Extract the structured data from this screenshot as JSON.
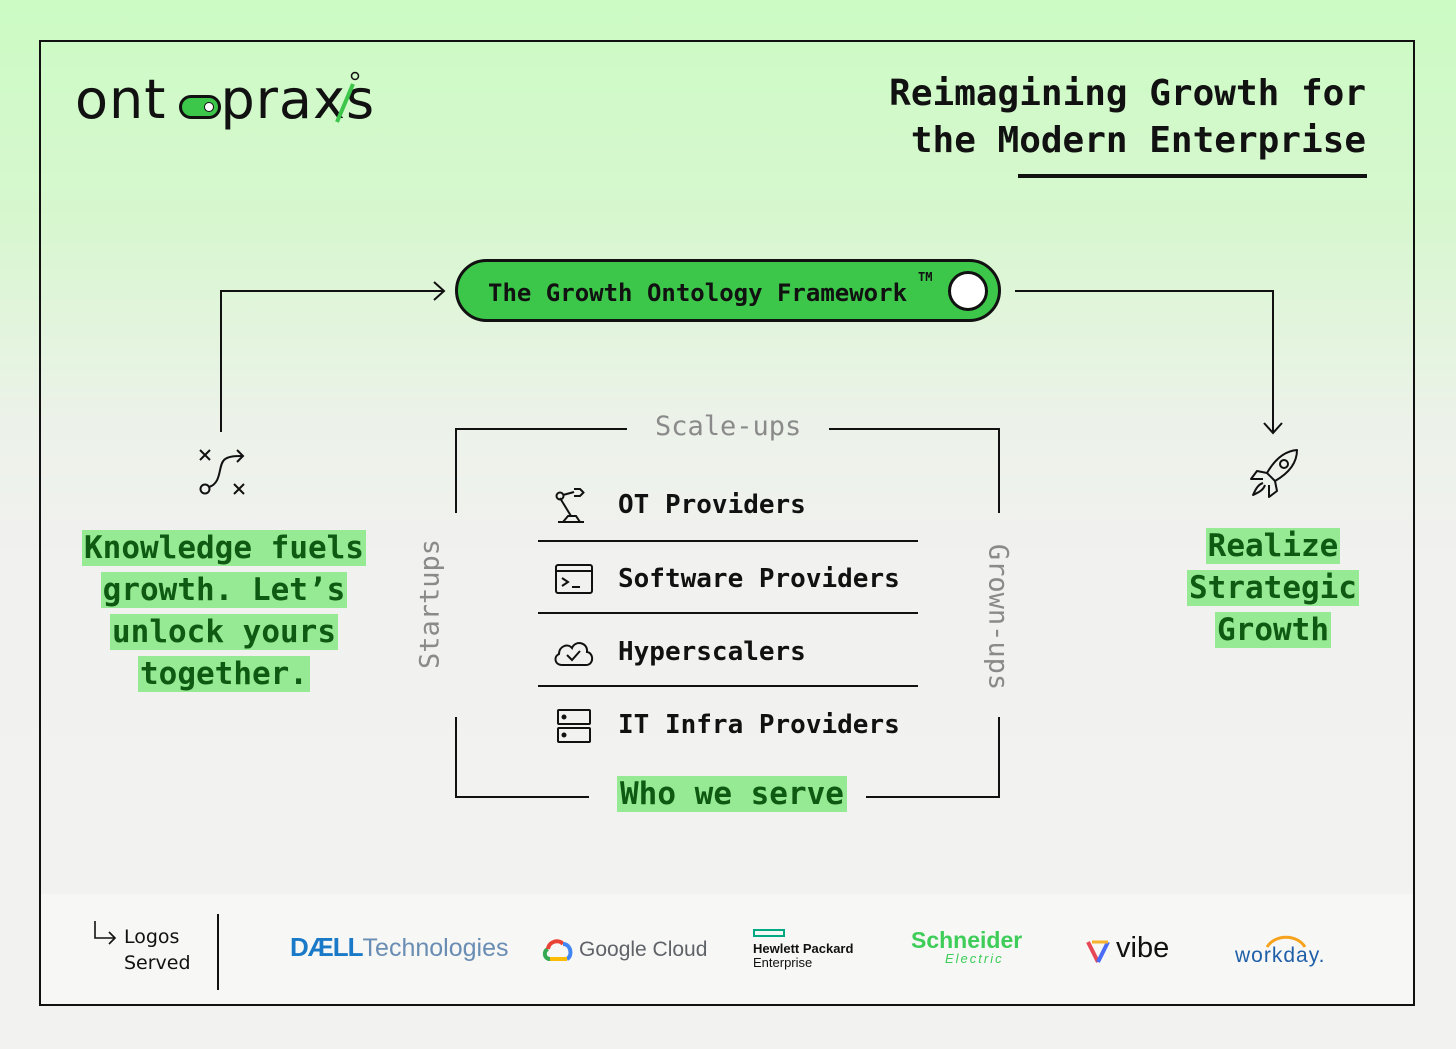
{
  "logo": {
    "text_left": "ont",
    "text_right": "praxs",
    "icon": "toggle-pill-icon"
  },
  "title": {
    "line1": "Reimagining Growth for",
    "line2": "the Modern Enterprise"
  },
  "framework": {
    "label": "The Growth Ontology Framework",
    "trademark": "TM"
  },
  "left_panel": {
    "icon": "path-route-icon",
    "text": "Knowledge fuels growth. Let’s unlock yours together."
  },
  "right_panel": {
    "icon": "rocket-icon",
    "text": "Realize Strategic Growth"
  },
  "segments": {
    "top": "Scale-ups",
    "left": "Startups",
    "right": "Grown-ups",
    "bottom": "Who we serve"
  },
  "providers": [
    {
      "label": "OT Providers",
      "icon": "robot-arm-icon"
    },
    {
      "label": "Software Providers",
      "icon": "terminal-icon"
    },
    {
      "label": "Hyperscalers",
      "icon": "cloud-check-icon"
    },
    {
      "label": "IT Infra Providers",
      "icon": "server-icon"
    }
  ],
  "footer": {
    "heading_line1": "Logos",
    "heading_line2": "Served",
    "logos": [
      {
        "bold": "DÆLL",
        "light": "Technologies"
      },
      {
        "text": "Google Cloud"
      },
      {
        "line1": "Hewlett Packard",
        "line2": "Enterprise"
      },
      {
        "line1": "Schneider",
        "line2": "Electric"
      },
      {
        "text": "vibe"
      },
      {
        "text": "workday."
      }
    ]
  },
  "colors": {
    "accent_green": "#3cc64a",
    "highlight": "#97ea94",
    "highlight_text": "#0e5a12"
  }
}
